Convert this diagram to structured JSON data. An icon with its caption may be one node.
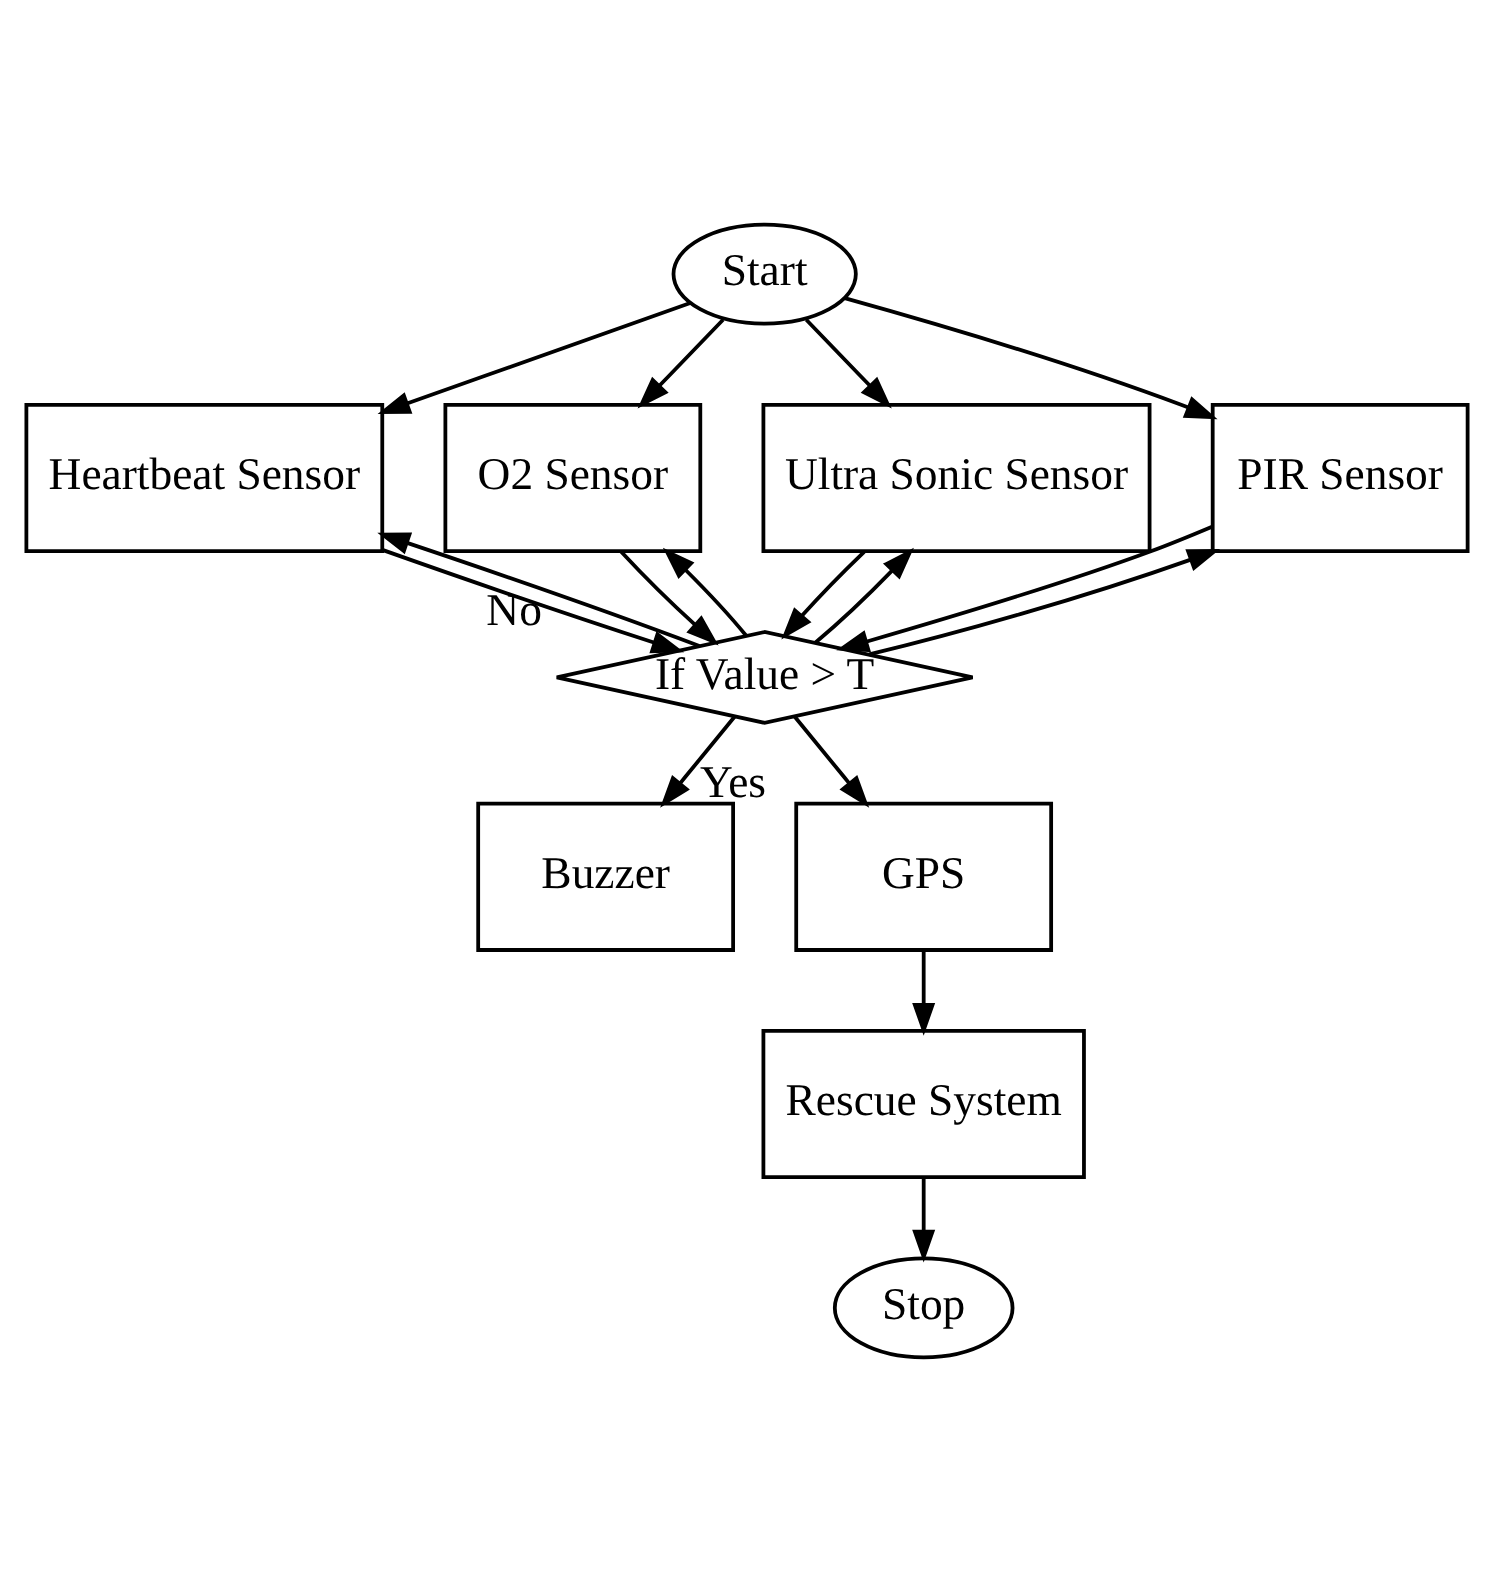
{
  "diagram": {
    "nodes": [
      {
        "text": [
          "Start"
        ]
      },
      {
        "text": [
          "Heartbeat Sensor"
        ]
      },
      {
        "text": [
          "O2 Sensor"
        ]
      },
      {
        "text": [
          "Ultra Sonic Sensor"
        ]
      },
      {
        "text": [
          "PIR Sensor"
        ]
      },
      {
        "text": [
          "If Value > T"
        ]
      },
      {
        "text": [
          "Buzzer"
        ]
      },
      {
        "text": [
          "GPS"
        ]
      },
      {
        "text": [
          "Rescue System"
        ]
      },
      {
        "text": [
          "Stop"
        ]
      }
    ],
    "edges": [
      {
        "from": 0,
        "to": 1,
        "arrow": "to"
      },
      {
        "from": 0,
        "to": 2,
        "arrow": "to"
      },
      {
        "from": 0,
        "to": 3,
        "arrow": "to"
      },
      {
        "from": 0,
        "to": 4,
        "arrow": "to"
      },
      {
        "from": 1,
        "to": 5,
        "arrow": "to"
      },
      {
        "from": 2,
        "to": 5,
        "arrow": "to"
      },
      {
        "from": 3,
        "to": 5,
        "arrow": "to"
      },
      {
        "from": 4,
        "to": 5,
        "arrow": "to"
      },
      {
        "from": 5,
        "to": 1,
        "arrow": "to",
        "label": "No"
      },
      {
        "from": 5,
        "to": 2,
        "arrow": "to"
      },
      {
        "from": 5,
        "to": 3,
        "arrow": "to"
      },
      {
        "from": 5,
        "to": 4,
        "arrow": "to"
      },
      {
        "from": 5,
        "to": 6,
        "arrow": "to",
        "label": "Yes"
      },
      {
        "from": 5,
        "to": 7,
        "arrow": "to"
      },
      {
        "from": 7,
        "to": 8,
        "arrow": "to"
      },
      {
        "from": 8,
        "to": 9,
        "arrow": "to"
      }
    ]
  }
}
